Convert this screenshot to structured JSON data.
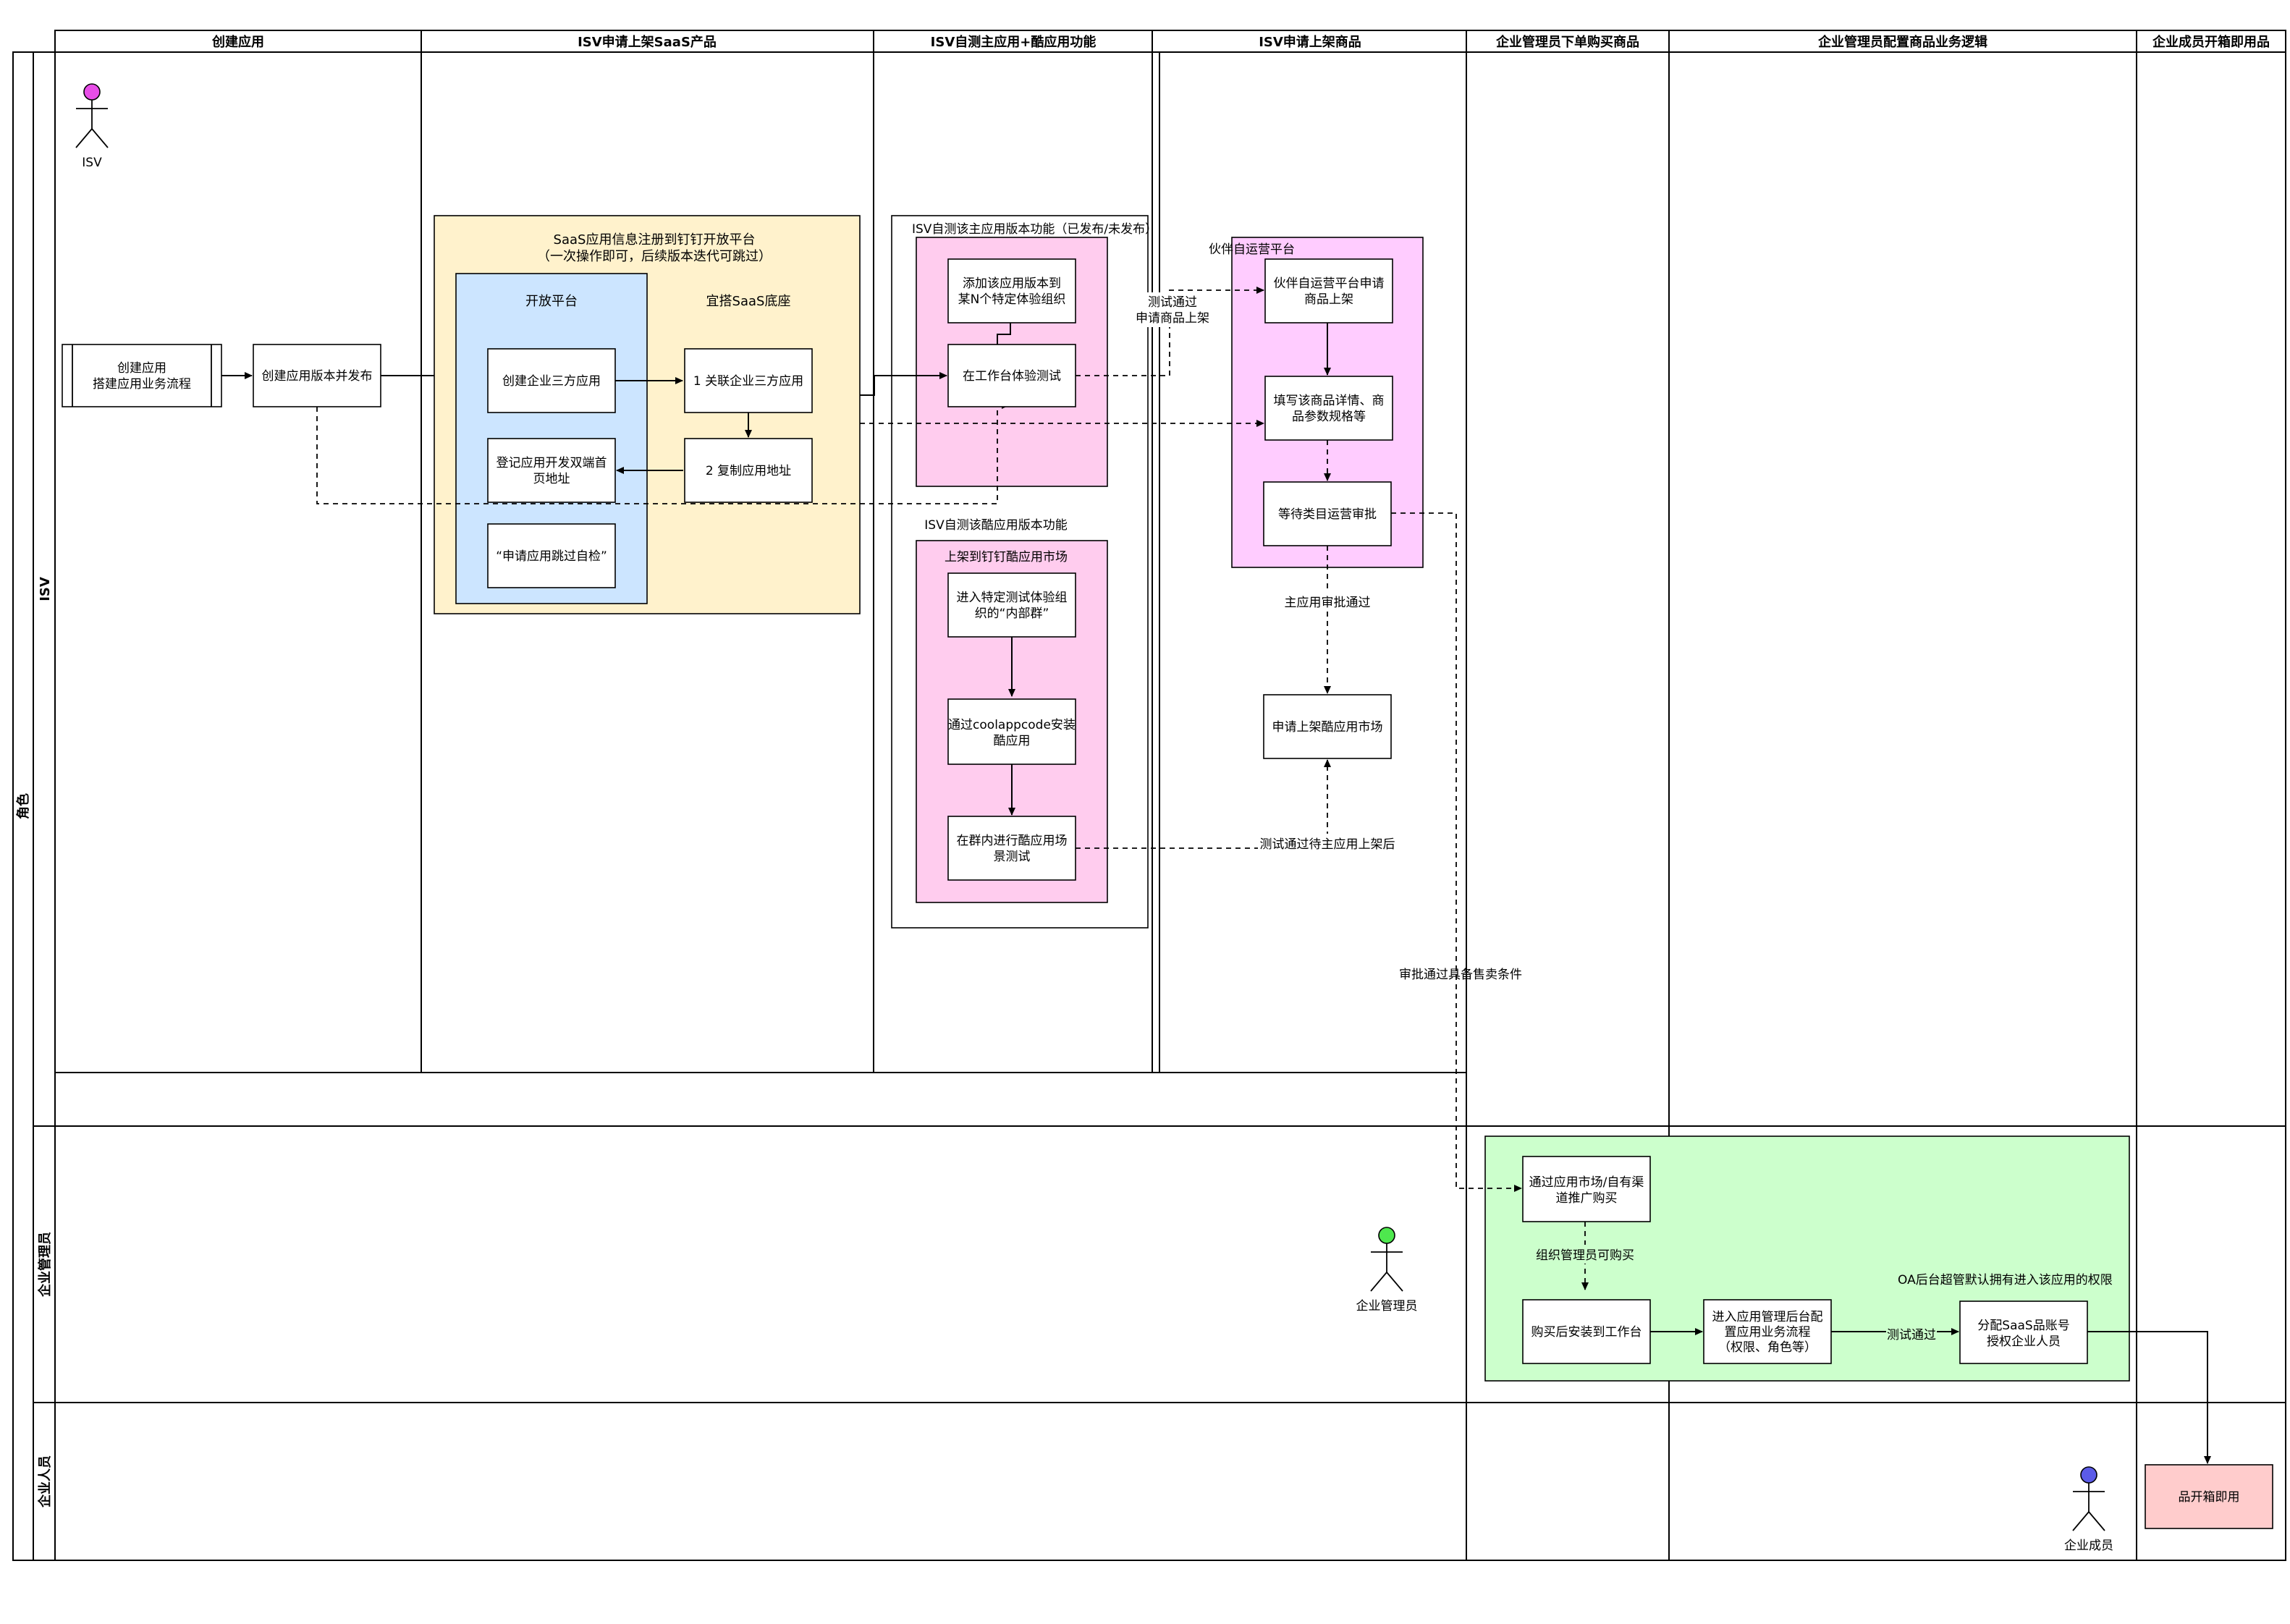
{
  "columns": [
    "创建应用",
    "ISV申请上架SaaS产品",
    "ISV自测主应用+酷应用功能",
    "ISV申请上架商品",
    "企业管理员下单购买商品",
    "企业管理员配置商品业务逻辑",
    "企业成员开箱即用品"
  ],
  "pool_label": "角色",
  "lanes": {
    "isv": "ISV",
    "admin": "企业管理员",
    "member": "企业人员"
  },
  "actors": {
    "isv": "ISV",
    "admin": "企业管理员",
    "member": "企业成员"
  },
  "colors": {
    "isv_actor": "#e84ee8",
    "admin_actor": "#4ee84e",
    "member_actor": "#5b5be8",
    "saas_group": "#fff2cc",
    "open_platform": "#cce5ff",
    "pink_group": "#ffccee",
    "partner_group": "#ffccff",
    "green_group": "#ccffcc",
    "final_box": "#ffcccc"
  },
  "groups": {
    "saas_title_1": "SaaS应用信息注册到钉钉开放平台",
    "saas_title_2": "（一次操作即可，后续版本迭代可跳过）",
    "open_platform": "开放平台",
    "yida_base": "宜搭SaaS底座",
    "self_test_main": "ISV自测该主应用版本功能（已发布/未发布）",
    "self_test_cool": "ISV自测该酷应用版本功能",
    "cool_market": "上架到钉钉酷应用市场",
    "partner_platform": "伙伴自运营平台"
  },
  "boxes": {
    "create_app_1": "创建应用",
    "create_app_2": "搭建应用业务流程",
    "create_version": "创建应用版本并发布",
    "create_third": "创建企业三方应用",
    "link_third": "1 关联企业三方应用",
    "copy_addr": "2 复制应用地址",
    "register_addr_1": "登记应用开发双端首",
    "register_addr_2": "页地址",
    "skip_check": "“申请应用跳过自检”",
    "add_version_1": "添加该应用版本到",
    "add_version_2": "某N个特定体验组织",
    "workbench_test": "在工作台体验测试",
    "enter_group_1": "进入特定测试体验组",
    "enter_group_2": "织的“内部群”",
    "install_cool_1": "通过coolappcode安装",
    "install_cool_2": "酷应用",
    "scene_test_1": "在群内进行酷应用场",
    "scene_test_2": "景测试",
    "partner_apply_1": "伙伴自运营平台申请",
    "partner_apply_2": "商品上架",
    "fill_detail_1": "填写该商品详情、商",
    "fill_detail_2": "品参数规格等",
    "wait_review": "等待类目运营审批",
    "apply_cool_market": "申请上架酷应用市场",
    "buy_1": "通过应用市场/自有渠",
    "buy_2": "道推广购买",
    "install_workbench": "购买后安装到工作台",
    "config_1": "进入应用管理后台配",
    "config_2": "置应用业务流程",
    "config_3": "（权限、角色等）",
    "assign_1": "分配SaaS品账号",
    "assign_2": "授权企业人员",
    "ready_use": "品开箱即用"
  },
  "edge_labels": {
    "test_pass_1": "测试通过",
    "test_pass_2": "申请商品上架",
    "main_approved": "主应用审批通过",
    "after_main_listed": "测试通过待主应用上架后",
    "sellable": "审批通过具备售卖条件",
    "admin_can_buy": "组织管理员可购买",
    "test_pass_assign": "测试通过",
    "oa_note": "OA后台超管默认拥有进入该应用的权限"
  }
}
